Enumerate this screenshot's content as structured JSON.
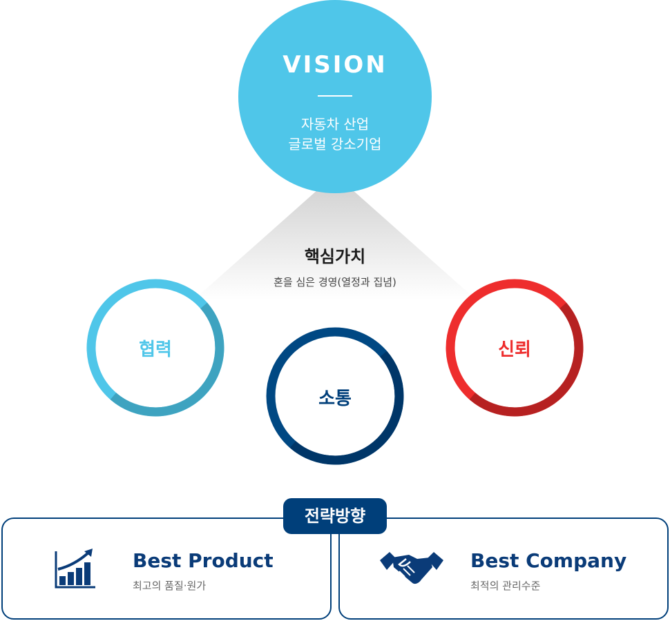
{
  "vision": {
    "title": "VISION",
    "line1": "자동차 산업",
    "line2": "글로벌 강소기업",
    "color": "#4fc6e9"
  },
  "core_values": {
    "title": "핵심가치",
    "subtitle": "혼을 심은 경영(열정과 집념)",
    "items": [
      {
        "label": "협력",
        "color": "#4fc6e9",
        "dark_color": "#3ea3c0"
      },
      {
        "label": "소통",
        "color": "#003f7a",
        "dark_color": "#003668"
      },
      {
        "label": "신뢰",
        "color": "#ee2d2d",
        "dark_color": "#b62121"
      }
    ]
  },
  "strategy": {
    "badge": "전략방향",
    "left": {
      "title": "Best Product",
      "subtitle": "최고의 품질·원가",
      "icon": "growth-chart-icon"
    },
    "right": {
      "title": "Best Company",
      "subtitle": "최적의 관리수준",
      "icon": "handshake-icon"
    },
    "color": "#003f7a"
  }
}
